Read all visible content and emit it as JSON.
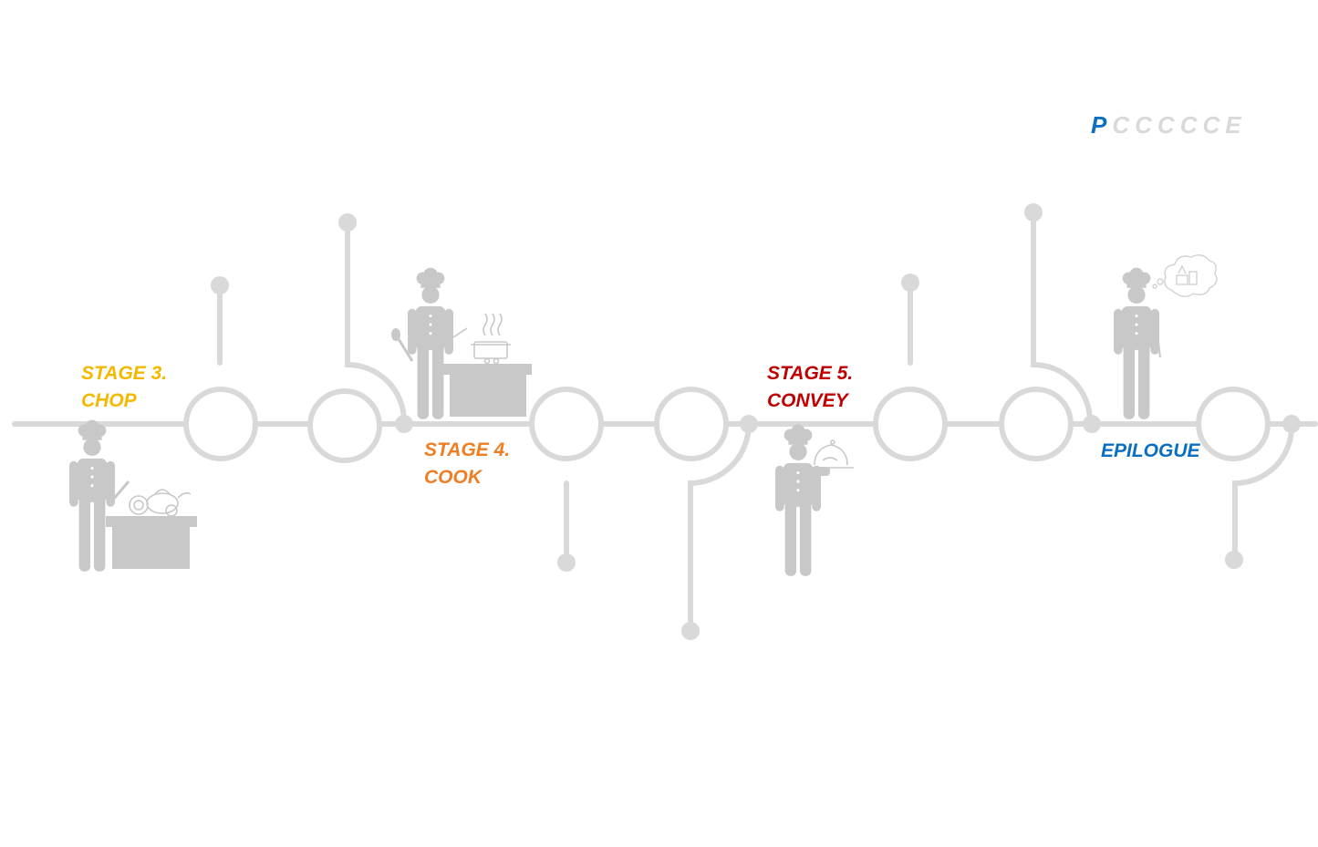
{
  "colors": {
    "track": "#d9d9d9",
    "figure": "#c8c8c8",
    "stage3": "#f5b800",
    "stage4": "#ef7d22",
    "stage5": "#c00000",
    "epilogue": "#0a6fc2",
    "nav_inactive": "#d9d9d9"
  },
  "nav": {
    "active": "P",
    "inactive": [
      "C",
      "C",
      "C",
      "C",
      "C",
      "E"
    ]
  },
  "stages": [
    {
      "line1": "STAGE 3.",
      "line2": "CHOP",
      "icon": "chef-chopping-icon"
    },
    {
      "line1": "STAGE 4.",
      "line2": "COOK",
      "icon": "chef-cooking-icon"
    },
    {
      "line1": "STAGE 5.",
      "line2": "CONVEY",
      "icon": "chef-serving-icon"
    },
    {
      "line1": "EPILOGUE",
      "line2": "",
      "icon": "chef-dreaming-icon"
    }
  ]
}
